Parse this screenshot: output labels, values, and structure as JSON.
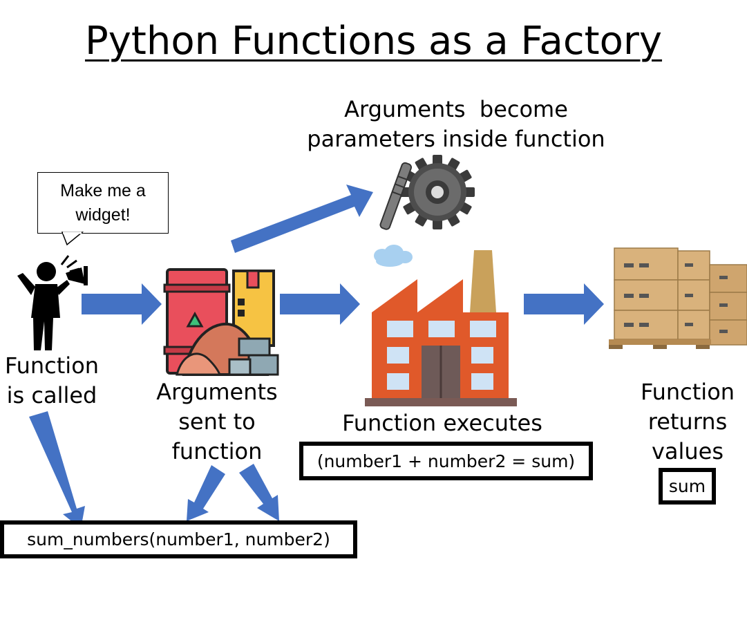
{
  "title": "Python Functions as a Factory",
  "speech_bubble": "Make me a widget!",
  "steps": {
    "called": [
      "Function",
      "is called"
    ],
    "arguments": [
      "Arguments",
      "sent to",
      "function"
    ],
    "parameters": [
      "Arguments  become",
      "parameters inside function"
    ],
    "executes": "Function executes",
    "returns": [
      "Function",
      "returns",
      "values"
    ]
  },
  "code": {
    "call": "sum_numbers(number1, number2)",
    "body": "(number1 + number2 = sum)",
    "return_value": "sum"
  },
  "icons": [
    "person-megaphone-icon",
    "raw-materials-icon",
    "gear-icon",
    "factory-icon",
    "boxes-pallet-icon"
  ],
  "colors": {
    "arrow": "#4472C4",
    "factory": "#E0592A",
    "barrel": "#E94F5C",
    "box": "#F6C343"
  }
}
